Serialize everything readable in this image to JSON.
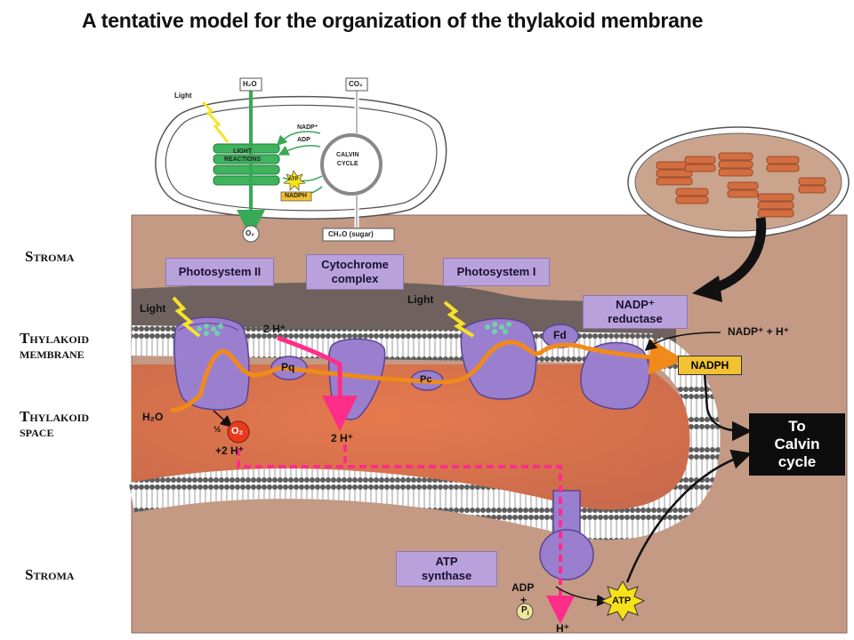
{
  "title": "A tentative model for the organization of the thylakoid membrane",
  "side_labels": {
    "stroma_top": "Stroma",
    "thylakoid_membrane_1": "Thylakoid",
    "thylakoid_membrane_2": "membrane",
    "thylakoid_space_1": "Thylakoid",
    "thylakoid_space_2": "space",
    "stroma_bottom": "Stroma"
  },
  "boxes": {
    "photosystem_ii": "Photosystem II",
    "cytochrome_1": "Cytochrome",
    "cytochrome_2": "complex",
    "photosystem_i": "Photosystem I",
    "nadp_reductase_1": "NADP⁺",
    "nadp_reductase_2": "reductase",
    "atp_synthase_1": "ATP",
    "atp_synthase_2": "synthase"
  },
  "labels": {
    "light_1": "Light",
    "light_2": "Light",
    "two_h_top": "2 H⁺",
    "pq": "Pq",
    "pc": "Pc",
    "fd": "Fd",
    "water": "H₂O",
    "half_o2_frac": "½",
    "o2": "O₂",
    "plus_two_h": "+2 H⁺",
    "two_h_mid": "2 H⁺",
    "nadp_plus_h": "NADP⁺ + H⁺",
    "nadph": "NADPH",
    "to_calvin_1": "To",
    "to_calvin_2": "Calvin",
    "to_calvin_3": "cycle",
    "adp": "ADP",
    "plus": "+",
    "pi": "P",
    "pi_sub": "i",
    "atp": "ATP",
    "h_bottom": "H⁺"
  },
  "inset": {
    "light": "Light",
    "h2o": "H₂O",
    "co2": "CO₂",
    "nadp": "NADP⁺",
    "adp": "ADP",
    "light_reactions_1": "LIGHT",
    "light_reactions_2": "REACTIONS",
    "calvin_1": "CALVIN",
    "calvin_2": "CYCLE",
    "atp": "ATP",
    "nadph": "NADPH",
    "o2": "O₂",
    "sugar": "CH₂O (sugar)"
  },
  "colors": {
    "background": "#c49a85",
    "stroma": "#c49a85",
    "lumen": "#d9714a",
    "protein": "#9b7fcf",
    "electron_path": "#f08a1a",
    "proton_path": "#ff2d8a",
    "label_box": "#b9a2dc",
    "atp_star": "#f7e21a"
  }
}
